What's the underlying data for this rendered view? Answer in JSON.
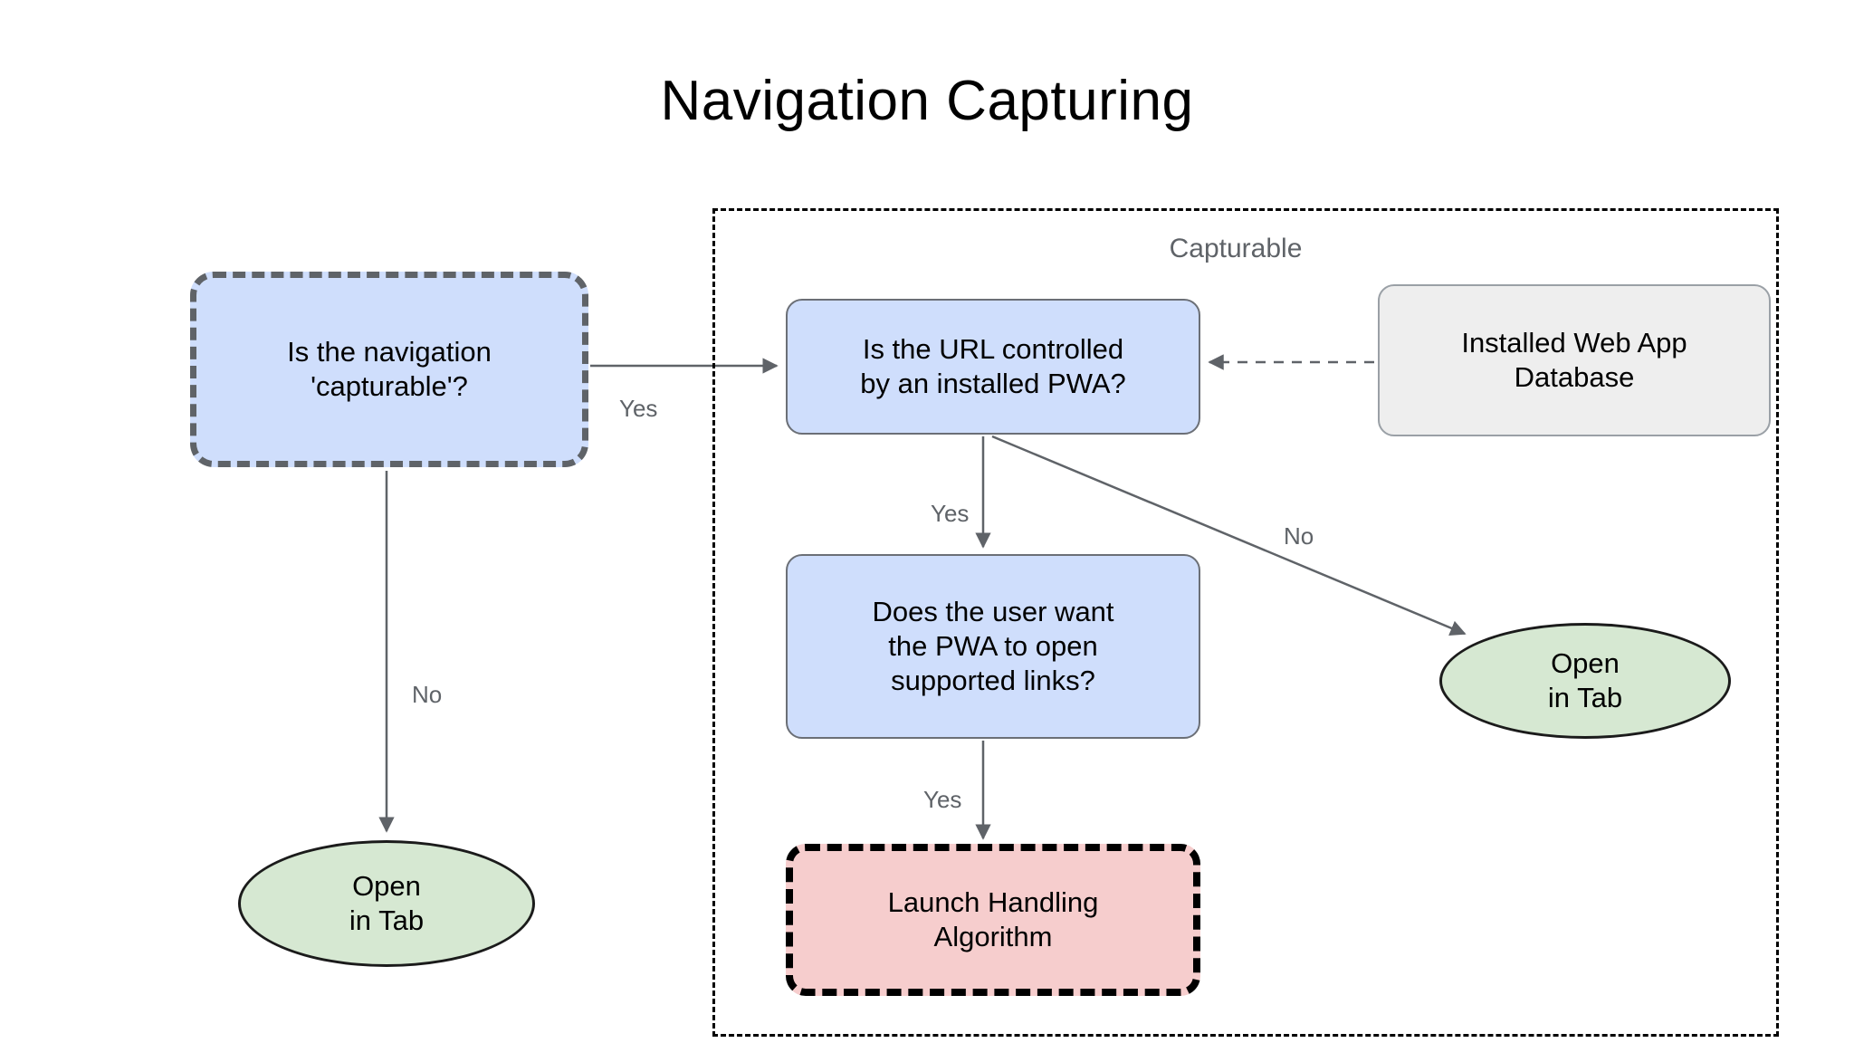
{
  "title": "Navigation Capturing",
  "group": {
    "label": "Capturable"
  },
  "nodes": {
    "is_navigation_capturable": "Is the navigation\n'capturable'?",
    "is_url_controlled": "Is the URL controlled\nby an installed PWA?",
    "installed_web_app_database": "Installed Web App\nDatabase",
    "does_user_want_pwa": "Does the user want\nthe PWA to open\nsupported links?",
    "launch_handling_algorithm": "Launch Handling\nAlgorithm",
    "open_in_tab_left": "Open\nin Tab",
    "open_in_tab_right": "Open\nin Tab"
  },
  "edge_labels": {
    "yes_capturable_to_url": "Yes",
    "no_capturable_to_tab": "No",
    "yes_url_to_user_want": "Yes",
    "no_url_to_tab": "No",
    "yes_user_want_to_launch": "Yes"
  },
  "colors": {
    "decision_fill": "#cfdefc",
    "decision_stroke": "#6b6f76",
    "entry_dash_stroke": "#5f6368",
    "database_fill": "#eeeeee",
    "database_stroke": "#9aa0a6",
    "terminal_fill": "#d6e8d2",
    "terminal_stroke": "#1b1b1b",
    "algorithm_fill": "#f6cdcd",
    "algorithm_stroke": "#000000",
    "edge_stroke": "#5f6368",
    "label_text": "#5f6368",
    "title_text": "#000000",
    "background": "#ffffff"
  }
}
